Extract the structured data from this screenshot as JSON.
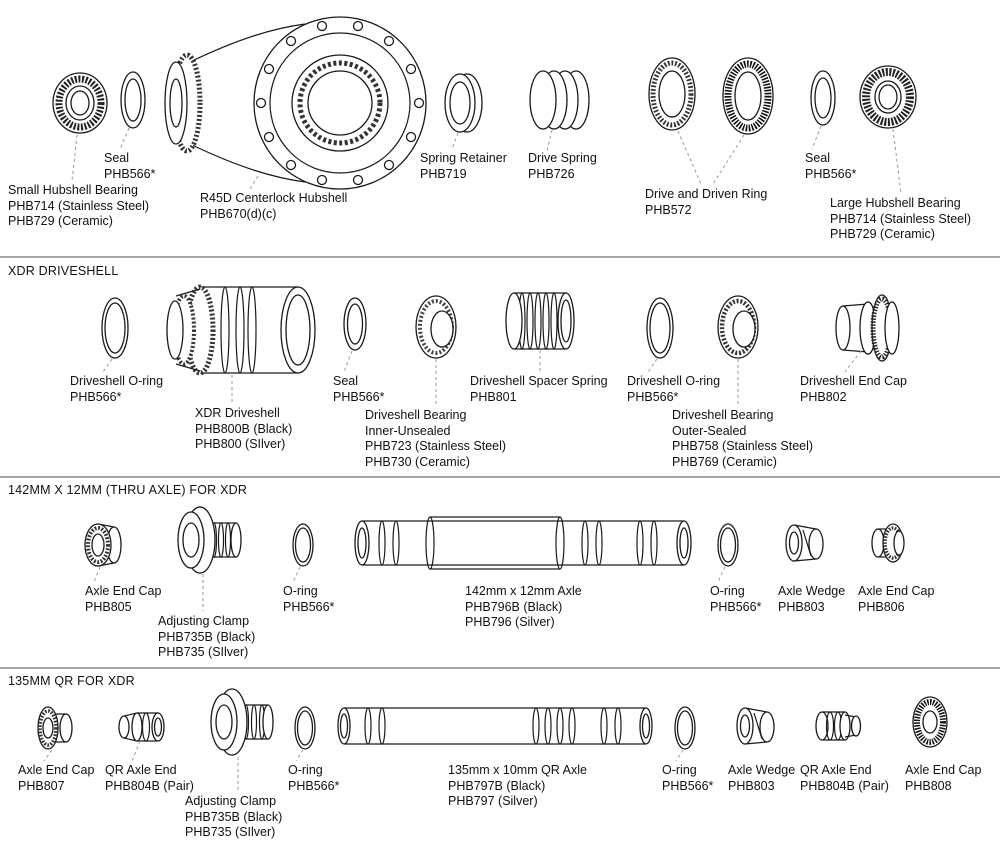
{
  "sections": [
    {
      "id": "hub-assembly",
      "title": "",
      "parts": [
        {
          "label": "Small Hubshell Bearing\nPHB714 (Stainless Steel)\nPHB729 (Ceramic)"
        },
        {
          "label": "Seal\nPHB566*"
        },
        {
          "label": "R45D Centerlock Hubshell\nPHB670(d)(c)"
        },
        {
          "label": "Spring Retainer\nPHB719"
        },
        {
          "label": "Drive Spring\nPHB726"
        },
        {
          "label": "Drive and Driven Ring\nPHB572"
        },
        {
          "label": "Seal\nPHB566*"
        },
        {
          "label": "Large Hubshell Bearing\nPHB714 (Stainless Steel)\nPHB729 (Ceramic)"
        }
      ]
    },
    {
      "id": "xdr-driveshell",
      "title": "XDR DRIVESHELL",
      "parts": [
        {
          "label": "Driveshell O-ring\nPHB566*"
        },
        {
          "label": "XDR Driveshell\nPHB800B (Black)\nPHB800 (SIlver)"
        },
        {
          "label": "Seal\nPHB566*"
        },
        {
          "label": "Driveshell Bearing\nInner-Unsealed\nPHB723 (Stainless Steel)\nPHB730 (Ceramic)"
        },
        {
          "label": "Driveshell Spacer Spring\nPHB801"
        },
        {
          "label": "Driveshell O-ring\nPHB566*"
        },
        {
          "label": "Driveshell Bearing\nOuter-Sealed\nPHB758 (Stainless Steel)\nPHB769 (Ceramic)"
        },
        {
          "label": "Driveshell End Cap\nPHB802"
        }
      ]
    },
    {
      "id": "thru-axle-142",
      "title": "142MM X 12MM (THRU AXLE) FOR XDR",
      "parts": [
        {
          "label": "Axle End Cap\nPHB805"
        },
        {
          "label": "Adjusting Clamp\nPHB735B (Black)\nPHB735 (SIlver)"
        },
        {
          "label": "O-ring\nPHB566*"
        },
        {
          "label": "142mm x 12mm Axle\nPHB796B (Black)\nPHB796 (Silver)"
        },
        {
          "label": "O-ring\nPHB566*"
        },
        {
          "label": "Axle Wedge\nPHB803"
        },
        {
          "label": "Axle End Cap\nPHB806"
        }
      ]
    },
    {
      "id": "qr-135",
      "title": "135MM QR FOR XDR",
      "parts": [
        {
          "label": "Axle End Cap\nPHB807"
        },
        {
          "label": "QR Axle End\nPHB804B (Pair)"
        },
        {
          "label": "Adjusting Clamp\nPHB735B (Black)\nPHB735 (SIlver)"
        },
        {
          "label": "O-ring\nPHB566*"
        },
        {
          "label": "135mm x 10mm QR Axle\nPHB797B (Black)\nPHB797 (Silver)"
        },
        {
          "label": "O-ring\nPHB566*"
        },
        {
          "label": "Axle Wedge\nPHB803"
        },
        {
          "label": "QR Axle End\nPHB804B (Pair)"
        },
        {
          "label": "Axle End Cap\nPHB808"
        }
      ]
    }
  ],
  "colors": {
    "line": "#1a1a1a",
    "leader": "#999999",
    "background": "#ffffff",
    "text": "#111111"
  }
}
